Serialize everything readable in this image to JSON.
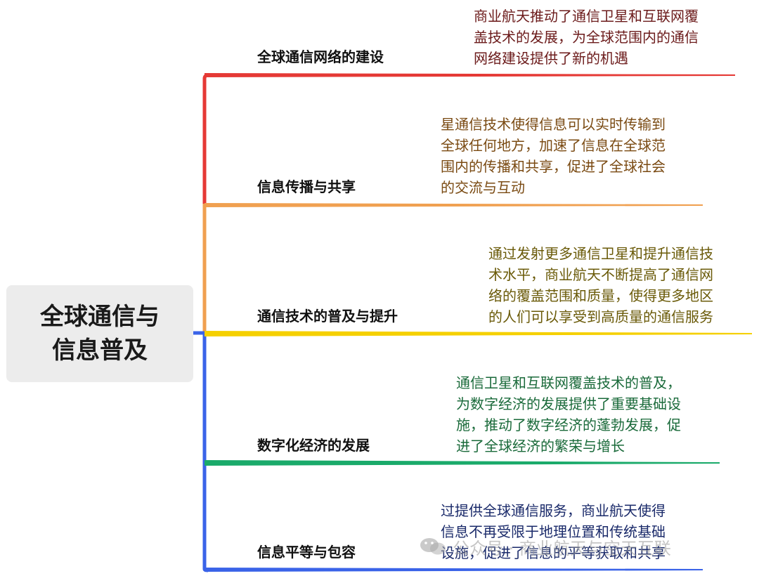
{
  "root": {
    "line1": "全球通信与",
    "line2": "信息普及"
  },
  "branches": [
    {
      "title": "全球通信网络的建设",
      "color": "#e53935",
      "text_color": "#6b1a1a",
      "desc": [
        "商业航天推动了通信卫星和互联网覆",
        "盖技术的发展，为全球范围内的通信",
        "网络建设提供了新的机遇"
      ]
    },
    {
      "title": "信息传播与共享",
      "color": "#f0a050",
      "text_color": "#7a4a12",
      "desc": [
        "星通信技术使得信息可以实时传输到",
        "全球任何地方，加速了信息在全球范",
        "围内的传播和共享，促进了全球社会",
        "的交流与互动"
      ]
    },
    {
      "title": "通信技术的普及与提升",
      "color": "#f5d000",
      "text_color": "#6a5a08",
      "desc": [
        "通过发射更多通信卫星和提升通信技",
        "术水平，商业航天不断提高了通信网",
        "络的覆盖范围和质量，使得更多地区",
        "的人们可以享受到高质量的通信服务"
      ]
    },
    {
      "title": "数字化经济的发展",
      "color": "#1aaa6a",
      "text_color": "#1a6a3a",
      "desc": [
        "通信卫星和互联网覆盖技术的普及，",
        "为数字经济的发展提供了重要基础设",
        "施，推动了数字经济的蓬勃发展，促",
        "进了全球经济的繁荣与增长"
      ]
    },
    {
      "title": "信息平等与包容",
      "color": "#3a63e8",
      "text_color": "#1a2a6a",
      "desc": [
        "过提供全球通信服务，商业航天使得",
        "信息不再受限于地理位置和传统基础",
        "设施，促进了信息的平等获取和共享"
      ]
    }
  ],
  "watermark": {
    "text": "公众号 · 商业航天与空天互联",
    "icon": "wechat-icon"
  }
}
